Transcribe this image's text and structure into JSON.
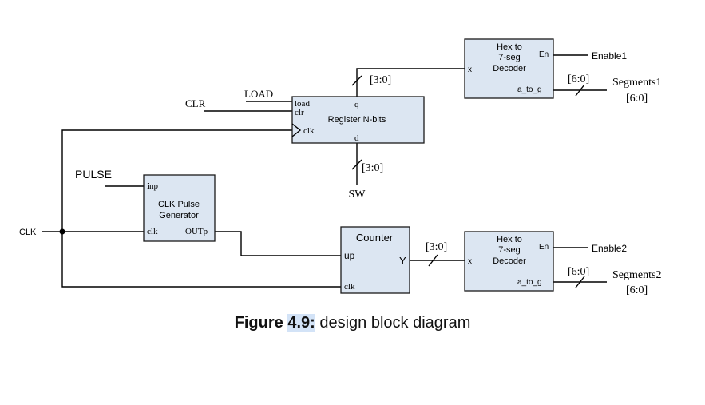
{
  "blocks": {
    "register": {
      "title": "Register N-bits",
      "ports": {
        "load": "load",
        "clr": "clr",
        "clk": "clk",
        "q": "q",
        "d": "d"
      }
    },
    "pulse_gen": {
      "title_line1": "CLK Pulse",
      "title_line2": "Generator",
      "ports": {
        "inp": "inp",
        "clk": "clk",
        "out": "OUTp"
      }
    },
    "counter": {
      "title": "Counter",
      "ports": {
        "up": "up",
        "clk": "clk",
        "y": "Y"
      }
    },
    "decoder1": {
      "title_line1": "Hex to",
      "title_line2": "7-seg",
      "title_line3": "Decoder",
      "ports": {
        "x": "x",
        "en": "En",
        "out": "a_to_g"
      }
    },
    "decoder2": {
      "title_line1": "Hex to",
      "title_line2": "7-seg",
      "title_line3": "Decoder",
      "ports": {
        "x": "x",
        "en": "En",
        "out": "a_to_g"
      }
    }
  },
  "signals": {
    "clr": "CLR",
    "load": "LOAD",
    "pulse": "PULSE",
    "clk": "CLK",
    "sw": "SW",
    "enable1": "Enable1",
    "enable2": "Enable2",
    "segments1": "Segments1",
    "segments1_range": "[6:0]",
    "segments2": "Segments2",
    "segments2_range": "[6:0]"
  },
  "bus_widths": {
    "q_bus": "[3:0]",
    "sw_bus": "[3:0]",
    "counter_bus": "[3:0]",
    "seg1_bus": "[6:0]",
    "seg2_bus": "[6:0]"
  },
  "caption": {
    "prefix": "Figure",
    "number": "4.9:",
    "text": "design block diagram"
  }
}
